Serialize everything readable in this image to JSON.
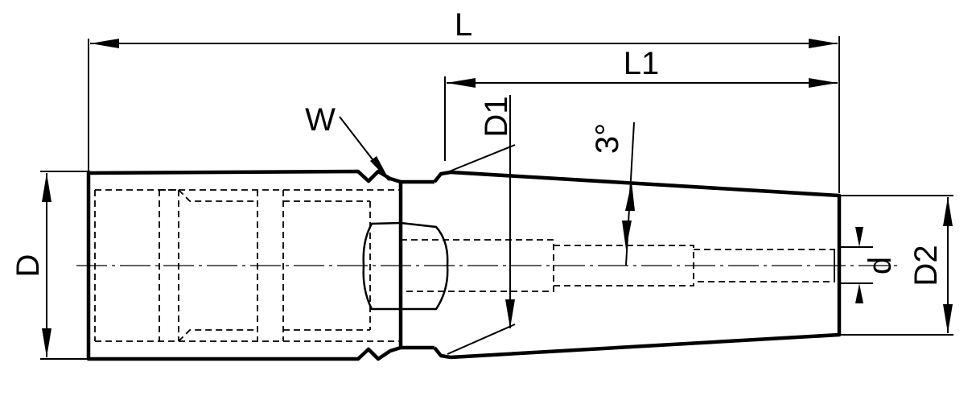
{
  "labels": {
    "L": "L",
    "L1": "L1",
    "W": "W",
    "D1": "D1",
    "angle": "3°",
    "D": "D",
    "d": "d",
    "D2": "D2"
  },
  "colors": {
    "line": "#000000",
    "background": "#ffffff"
  }
}
